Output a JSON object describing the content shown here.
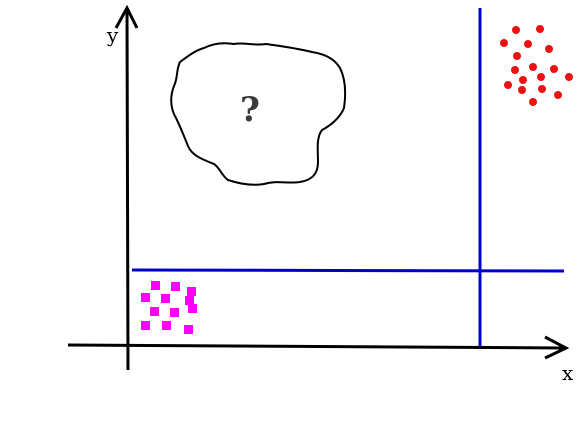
{
  "axes": {
    "x_label": "x",
    "y_label": "y",
    "color": "#000000"
  },
  "unknown_region": {
    "label": "?",
    "outline_color": "#000000"
  },
  "divider_lines": {
    "color": "#0000cc"
  },
  "clusters": {
    "red_circles": {
      "color": "#ee1111",
      "shape": "circle",
      "count": 17
    },
    "magenta_squares": {
      "color": "#ff00ff",
      "shape": "square",
      "count": 12
    }
  }
}
